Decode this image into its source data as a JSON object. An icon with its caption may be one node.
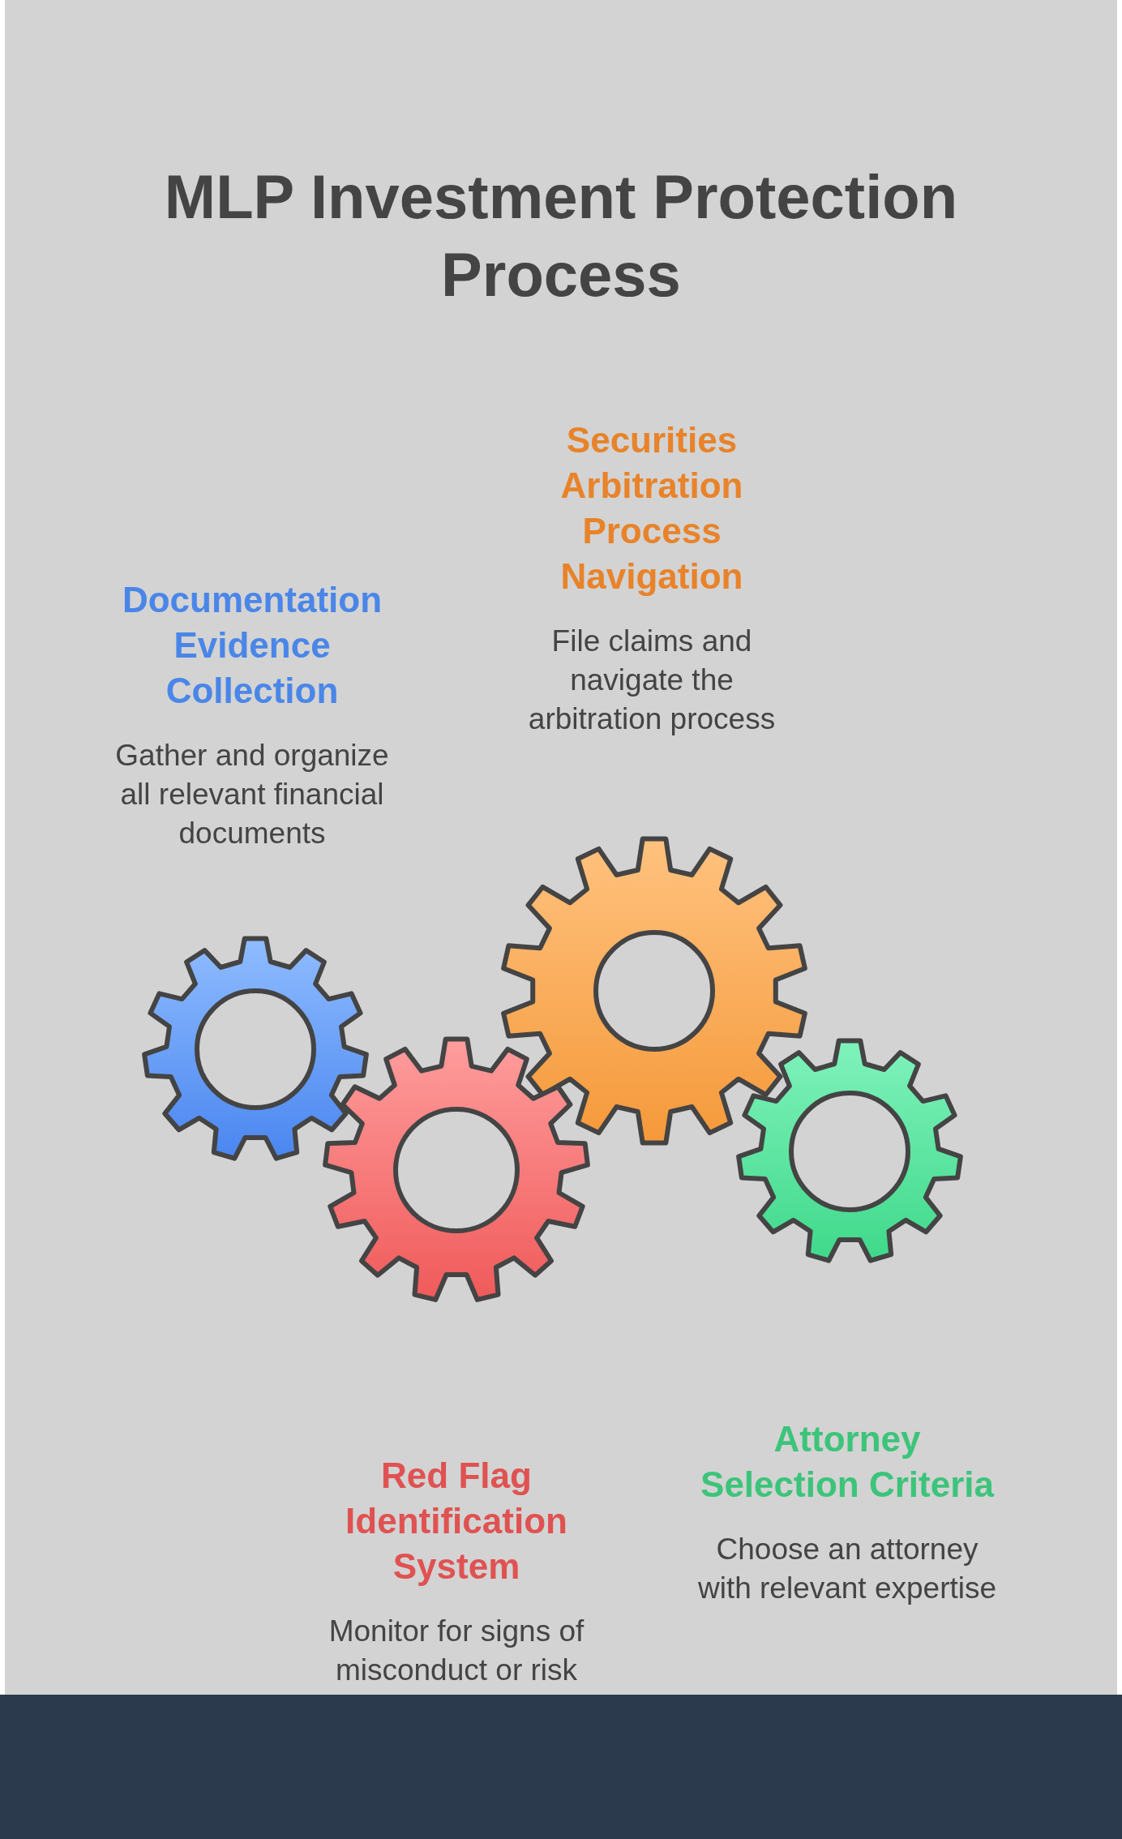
{
  "diagram": {
    "title": "MLP Investment Protection Process",
    "nodes": [
      {
        "text": [
          "Documentation Evidence Collection",
          "Gather and organize all relevant financial documents"
        ]
      },
      {
        "text": [
          "Securities Arbitration Process Navigation",
          "File claims and navigate the arbitration process"
        ]
      },
      {
        "text": [
          "Red Flag Identification System",
          "Monitor for signs of misconduct or risk"
        ]
      },
      {
        "text": [
          "Attorney Selection Criteria",
          "Choose an attorney with relevant expertise"
        ]
      }
    ]
  }
}
